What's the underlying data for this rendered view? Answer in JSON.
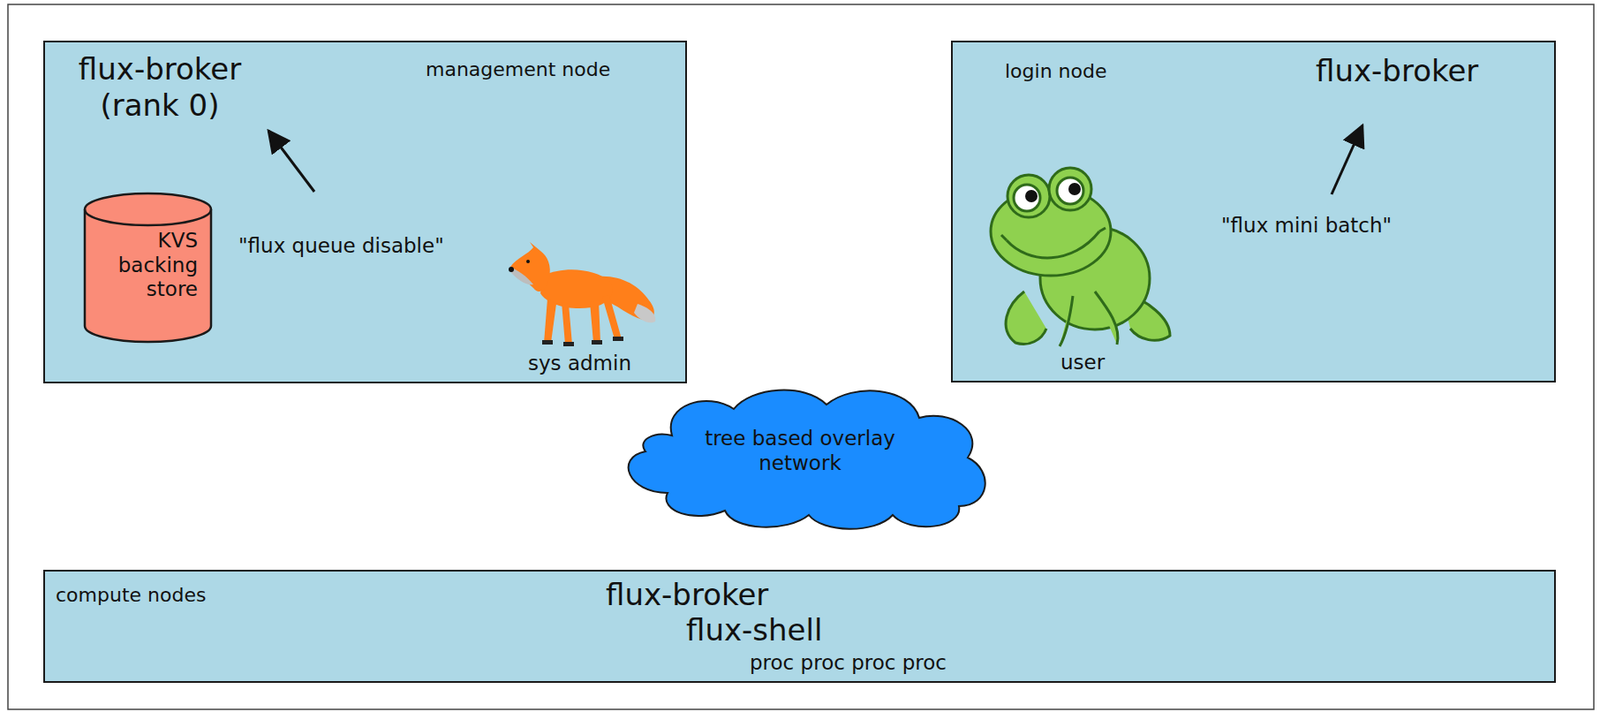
{
  "diagram": {
    "nodes": [
      {
        "text": [
          "flux-broker (rank 0)",
          "management node",
          "\"flux queue disable\"",
          "sys admin"
        ]
      },
      {
        "text": [
          "KVS backing store"
        ],
        "in": 0
      },
      {
        "text": [
          "login node",
          "flux-broker",
          "\"flux mini batch\"",
          "user"
        ]
      },
      {
        "text": [
          "tree based overlay network"
        ]
      },
      {
        "text": [
          "compute nodes",
          "flux-broker",
          "flux-shell",
          "proc proc proc proc"
        ]
      }
    ]
  }
}
